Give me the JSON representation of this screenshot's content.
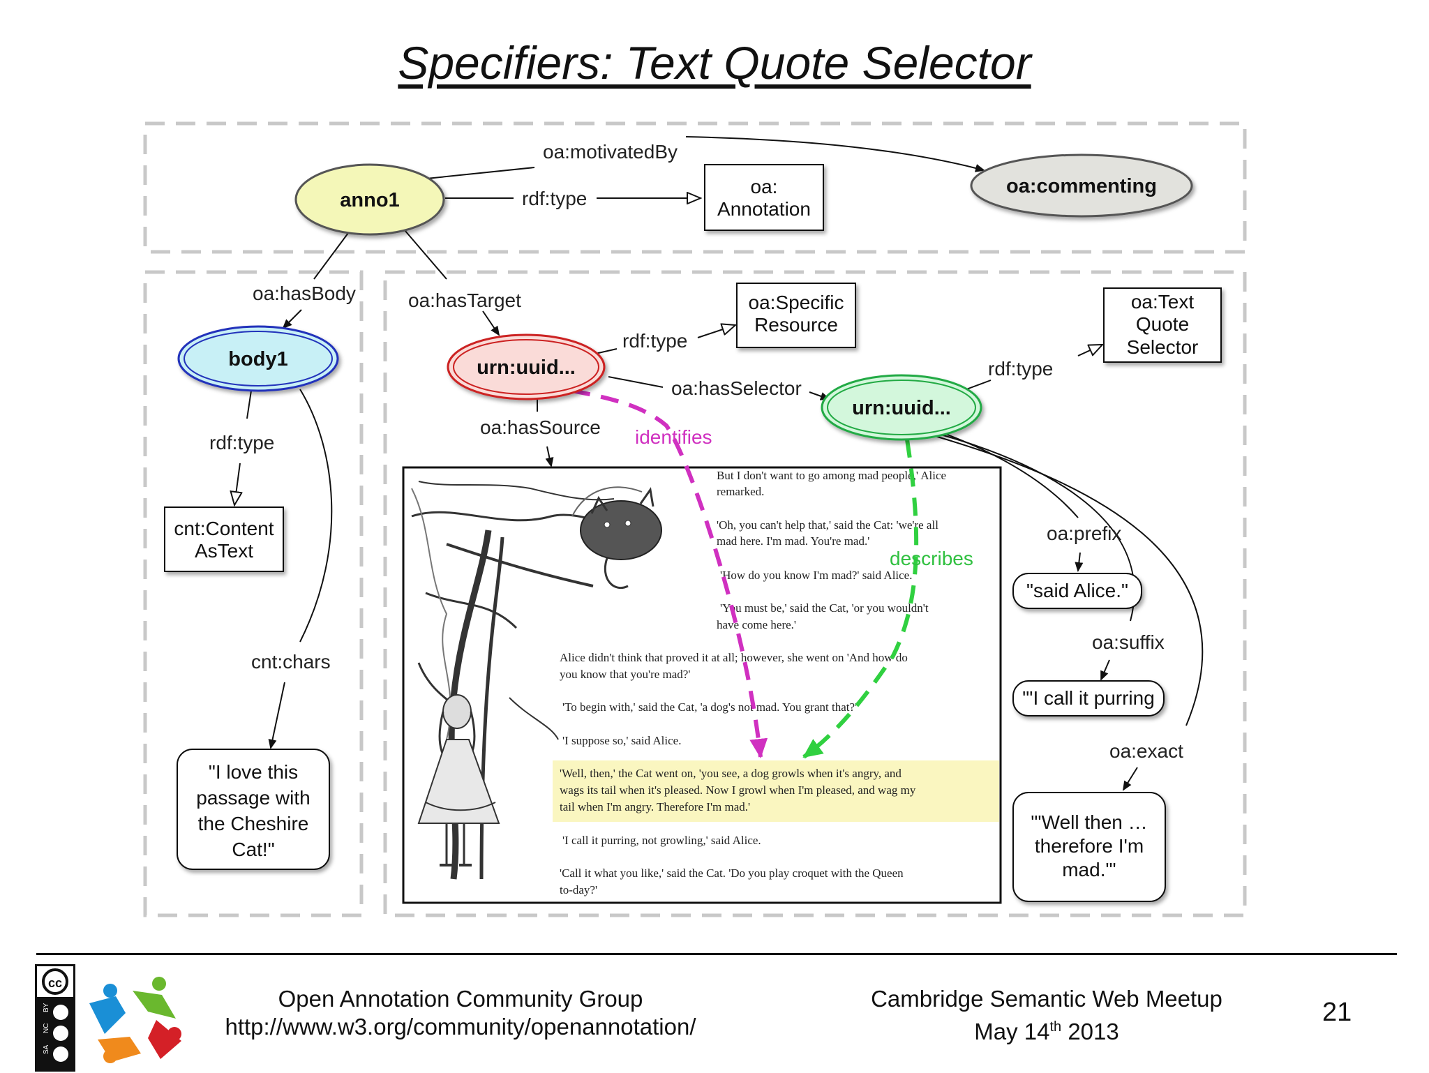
{
  "title": "Specifiers: Text Quote Selector",
  "nodes": {
    "anno1": "anno1",
    "commenting": "oa:commenting",
    "annotation_class": [
      "oa:",
      "Annotation"
    ],
    "body1": "body1",
    "target": "urn:uuid...",
    "specific_resource": [
      "oa:Specific",
      "Resource"
    ],
    "selector": "urn:uuid...",
    "text_quote_selector": [
      "oa:Text",
      "Quote",
      "Selector"
    ],
    "content_as_text": [
      "cnt:Content",
      "AsText"
    ],
    "chars_value": [
      "\"I love this",
      "passage with",
      "the Cheshire",
      "Cat!\""
    ],
    "prefix_value": "\"said Alice.\"",
    "suffix_value": "\"'I call it purring",
    "exact_value": [
      "\"'Well then …",
      "therefore I'm",
      "mad.\"'"
    ]
  },
  "edges": {
    "motivated_by": "oa:motivatedBy",
    "rdf_type": "rdf:type",
    "has_body": "oa:hasBody",
    "has_target": "oa:hasTarget",
    "has_selector": "oa:hasSelector",
    "has_source": "oa:hasSource",
    "identifies": "identifies",
    "describes": "describes",
    "cnt_chars": "cnt:chars",
    "prefix": "oa:prefix",
    "suffix": "oa:suffix",
    "exact": "oa:exact"
  },
  "book_text": [
    "But I don't want to go among mad people,' Alice",
    "remarked.",
    "'Oh, you can't help that,' said the Cat: 'we're all",
    "mad here. I'm mad. You're mad.'",
    "'How do you know I'm mad?' said Alice.",
    "'You must be,' said the Cat, 'or you wouldn't",
    "have come here.'",
    "Alice didn't think that proved it at all; however, she went on 'And how do",
    "you know that you're mad?'",
    "'To begin with,' said the Cat, 'a dog's not mad. You grant that?'",
    "'I suppose so,' said Alice.",
    "'Well, then,' the Cat went on, 'you see, a dog growls when it's angry, and",
    "wags its tail when it's pleased. Now I growl when I'm pleased, and wag my",
    "tail when I'm angry. Therefore I'm mad.'",
    "'I call it purring, not growling,' said Alice.",
    "'Call it what you like,' said the Cat. 'Do you play croquet with the Queen",
    "to-day?'"
  ],
  "footer": {
    "left_line1": "Open Annotation Community Group",
    "left_line2": "http://www.w3.org/community/openannotation/",
    "right_line1": "Cambridge Semantic Web Meetup",
    "right_line2_pre": "May 14",
    "right_line2_sup": "th",
    "right_line2_post": " 2013",
    "page": "21",
    "cc_letters": [
      "BY",
      "NC",
      "SA"
    ]
  },
  "colors": {
    "anno1": "#f4f7b8",
    "commenting": "#e2e2dd",
    "body1": "#c8f0f6",
    "target": "#fadbd8",
    "selector": "#d3f7dc",
    "identifies": "#d030c0",
    "describes": "#30d040",
    "highlight": "#faf6c0"
  }
}
